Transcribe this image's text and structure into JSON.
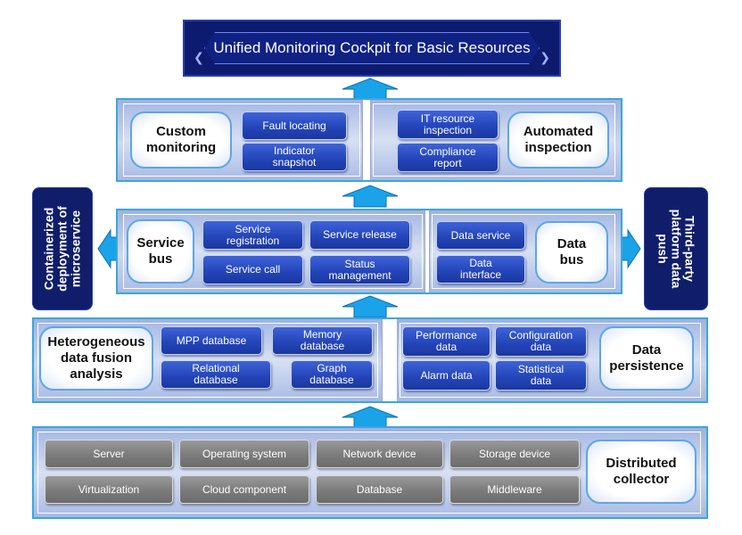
{
  "title": "Unified Monitoring Cockpit for Basic Resources",
  "application_layer": {
    "left_label": "Custom monitoring",
    "left_items": [
      "Fault locating",
      "Indicator snapshot"
    ],
    "right_items": [
      "IT resource inspection",
      "Compliance report"
    ],
    "right_label": "Automated inspection"
  },
  "service_layer": {
    "left_label": "Service bus",
    "left_items": [
      "Service registration",
      "Service release",
      "Service call",
      "Status management"
    ],
    "right_items": [
      "Data service",
      "Data interface"
    ],
    "right_label": "Data bus"
  },
  "data_layer": {
    "left_label": "Heterogeneous data fusion analysis",
    "left_items": [
      "MPP database",
      "Memory database",
      "Relational database",
      "Graph database"
    ],
    "right_items": [
      "Performance data",
      "Configuration data",
      "Alarm data",
      "Statistical data"
    ],
    "right_label": "Data persistence"
  },
  "collector_layer": {
    "items": [
      "Server",
      "Operating system",
      "Network device",
      "Storage device",
      "Virtualization",
      "Cloud component",
      "Database",
      "Middleware"
    ],
    "label": "Distributed collector"
  },
  "side_left": "Containerized deployment of microservice",
  "side_right": "Third-party platform data push",
  "colors": {
    "navy": "#0c1b6e",
    "chip_blue": "#2446ba",
    "layer_border": "#3aa7de",
    "arrow": "#1aa3e8",
    "grey_chip": "#7b7b7b"
  }
}
